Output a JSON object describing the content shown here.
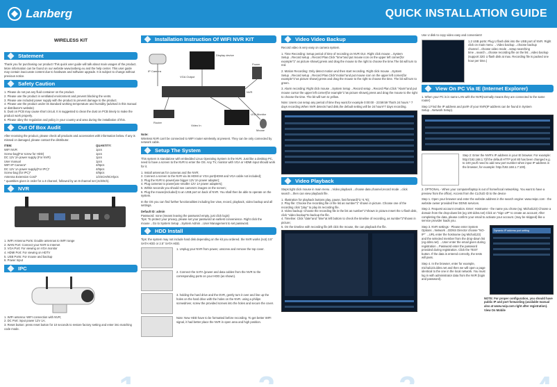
{
  "header": {
    "brand": "Lanberg",
    "title": "QUICK INSTALLATION GUIDE",
    "accent": "#1f8fd1"
  },
  "col1": {
    "product": "WIRELESS KIT",
    "statement_title": "Statement",
    "statement_text": "Thank you for purchasing our product! This quick user guide will talk about main usages of the product. More information can be found on our website www.lanberg.eu and the help center. This user guide may contain inaccurate content due to hardware and software upgrade. It is subject to change without previous notice.",
    "safety_title": "Safety Caution",
    "safety": [
      "1. Please do not put any fluid container on the product.",
      "2. Please use the product in ventilated environment and prevent blocking the vents.",
      "3. Please use included power supply with the product to prevent damage to the product.",
      "4. Please use the product under its standard working temperature and humidity (advised in this manual or distributor's website)",
      "5. Dust on PCB may cause short circuit. It is suggested to clean the dust on PCB timely to make the product work properly.",
      "6. Please obey the regulation and policy in your country and area during the installation of this."
    ],
    "box_title": "Out Of Box Audit",
    "box_text": "After receiving the product, please check all products and accessories with information below. If any is missed or damaged, please contact the distributor.",
    "item_head": "ITEM:",
    "qty_head": "QUANTITY:",
    "items": [
      [
        "WIFI NVR",
        "1pcs"
      ],
      [
        "Screw bag(For screw for HDD)",
        "1pcs"
      ],
      [
        "DC 12V 2A power supply (For NVR)",
        "1pcs"
      ],
      [
        "User manual",
        "1pcs"
      ],
      [
        "WIFI IP Camera*",
        "4/8pcs"
      ],
      [
        "DC 12V 1A power supply(For IPC)*",
        "4/8pcs"
      ],
      [
        "Screw bag (for IPC)*",
        "4/8pcs"
      ],
      [
        "Antenna Extension Cord*",
        "1/2/4CH/8CH/pcs"
      ]
    ],
    "items_note": "* quantities given in order for a 4-channel, followed by an 8-channel set (4ch/8ch).",
    "nvr_title": "NVR",
    "nvr": [
      "1. WIFI Antenna Ports: Double antennas to WIFI range",
      "2. WAN Port: Connect your NVR to Internet",
      "3. VGA Port: For viewing on VGA monitor",
      "4. HDMI Port: For viewing on HDTV",
      "5. USB Ports: For mouse and backup",
      "6. Power Input"
    ],
    "ipc_title": "IPC",
    "ipc": [
      "1. WIFI antenna: WIFI connection with NVR;",
      "2. DC Port: input power 12V 1A;",
      "3. Reset button: press reset button for 10 seconds to restore factory setting and enter into matching code mode."
    ],
    "page": "1"
  },
  "col2": {
    "install_title": "Installation Instruction Of WIFI NVR KIT",
    "labels": {
      "ipcam": "IP Camera",
      "display": "Display device",
      "vga": "VGA Output",
      "nvr": "NVR",
      "power": "Power",
      "router": "Router",
      "video": "Video In",
      "led": "LED Monitor",
      "mouse": "Mouse"
    },
    "note_head": "Note:",
    "note": "Wireless NVR can't be connected to WIFI router wirelessly at present. They can be only connected by network cable.",
    "setup_title": "Setup The System",
    "setup_intro": "This system is standalone with embedded Linux Operating System in the NVR. Just like a desktop PC, need to have a screen to the NVR to enter the OS. Any TV, monitor with VGA or HDMI input should work for it.",
    "setup": [
      "1. Install antennas for cameras and the NVR;",
      "2. Connect a screen to the NVR via its HDMI or VGA port(HDMI and VGA cable not included);",
      "3. Plug the NVR to power(use bigger 12V 2A power adapter);",
      "4. Plug cameras to power(use smaller 12V 1A power adapters);",
      "5. Within seconds you should see camera's images on the screen;",
      "6. Plug the mouse(included) to an USB port on back of NVR. You shall then be able to operate on the system."
    ],
    "os_text": "In the OS you can find further functionalities including live view, record, playback, video backup and all settings.",
    "default": "Default ID: admin",
    "password": "Password: none (means leaving the password empty, just click login)",
    "tips": "Tips: To protect your privacy, please set your password at earliest convenience. Right click the mouse→Go to System Setup→System Admin→User Management to set password.",
    "hdd_title": "HDD Install",
    "hdd_tips": "Tips: the system may not include hard disk depending on the kit you ordered. the NVR works (not) 3.5\" SATA HDD or 2.5\" SATA HDD.",
    "hdd": [
      "1. Unplug your NVR from power, unscrew and remove the top cover.",
      "2. Connect the SATA (power and data cables from the NVR to the corresponding ports on your HDD (as shown).",
      "3. holding the hard drive and the DVR, gently turn it over and line up the holes on the hard drive with the holes on the NVR. using a philips screwdriver, screw the provided screws into the holes and secure the cover."
    ],
    "hdd_note": "Note: New HDD have to be formatted before recording. To get better WIFI signal, it had better place the NVR in open area and high position.",
    "page": "2"
  },
  "col3": {
    "vb_title": "Video Video Backup",
    "vb_intro": "Record video is very easy on camera system.",
    "vb": [
      "1. Time Recording: Setup period of time of recording on NVR GUI. Right click mouse→System Setup→Record setup→Record Plan.Click \"time\"and put mouse icon on the upper left corner(for example\"1\" as picture shows),press and drag the mouse to the right to choose the time.The bit will turn to red.",
      "2. Motion Recording: Only detect motion and then start recording. Right click mouse→System Setup→Record setup→Record Plan.Click\"motion\"and put mouse icon on the upper left corner(for example\"1\"as picture shows),press and drag the mouse to the right to choose the time. The bit will turn to green.",
      "3. Alarm recording: Right click mouse→System Setup→Record setup→Record Plan.Click \"Alarm\"and put mouse cursor the upper left corner(for example\"1\"as picture shows),press and drag the mouse to the right to choose the time. The bit will turn to yellow."
    ],
    "vb_note": "Note: Users can setup any period of time they want.for example 0:00:00 - 23:59:59 That's 24 hours * 7 days recording.When NVR detects hard disk,the default setting will be 24 hours*7 days recording.",
    "pb_title": "Video Playback",
    "pb_intro": "Steps:right click mouse in main menu→Video playback→choose date,channel,record mode→click search→then can view playback file.",
    "pb": [
      "1. Illustration for playback buttons play, pause, fast forward(*2,*4,*8);",
      "2. Play file: Choose the recording file or file list as number\"1\" shown in picture. Choose one of the recording click \"play\" to play its recording file.",
      "3. Video backup: Choose the recording file in the list as number\"1\"shown in picture.Insert the U flash disk, click \"video backup\"to backup the file.",
      "4. Timeline: Click \"date\"and \"time\"at left bottom to check the timeline of recording, as number\"2\"shown in picture;",
      "5. On the timeline with recording file,left click the mouse, the can playback the file."
    ],
    "page": "3"
  },
  "col4": {
    "usb_intro": "Use U disk to copy video easy and convenient!",
    "usb": "1.2 USB ports: Plug U flash disk into the USB port of NVR. Right click on main menu →Video backup→choose backup channel→choose video mode→setup searching time→search→choose recording file on the list→video backup (support 32G U flash disk at max. Recording file is packed one hour per time.)",
    "pc_title": "View On PC Via IE (Internet Explorer)",
    "pc1": "1. When your PC is in same LAN with the NVR(normally means they are connected to the same router)",
    "pc1b": "Step 1:Find the IP address and port# of your NVR(IP address can be found in System Setup→Network Setup).",
    "pc2": "Step 2: Enter the NVR's IP address in your IE browser. For example: http://192.168.1.7(if the default HTTP port 80 has been changed e.g. to 100 you'll need to add new port number when input IP address in the browser, for example: http://192.168.1.7:100).",
    "pc3": "2. OPTIONAL - When your computer/laptop is out of home/local networking. You want to have a preview from the office). Access from the CLOUD ID to the device",
    "pc4": "Step 1. Open your browser and enter the website address in the search engine: www.nsipc.com - the website owner provided free DDNS services.",
    "pc5": "Step 2. Request account creation. Enter: Hostname - the name you chose (eg: Michal123) Choose a domain from the drop-down list (eg 100 ddns.net) Click on \"Sign UP\" to create an account; After completing the data, please confirm your email to activate your account. (may be skipped) like a service provider loads you.",
    "pc6": "Step 3. NVR settings - Please enter System Options→Network→DDNS Director choose \"NO-IP\" →URL enter the hostname (eg Michal123) and the selected member from the drop-down list (eg ddns.net) →User enter the email given during registration→Password enter the password provided during registration. Click the TEST button. If the data is entered correctly, the tests will pass.",
    "pc7": "Step 4. In the browser, enter for example, michal123.ddns.net and then we will open a page identical to the one in the local network. You must log in with administrator data from the NVR (login and password).",
    "dialog": "Dynamic IP address port setting",
    "final_note": "NOTE: For proper configuration, you should have public IP and port forwarding (available manual also at www.noip.com right after registration). View On Mobile",
    "page": "4"
  }
}
